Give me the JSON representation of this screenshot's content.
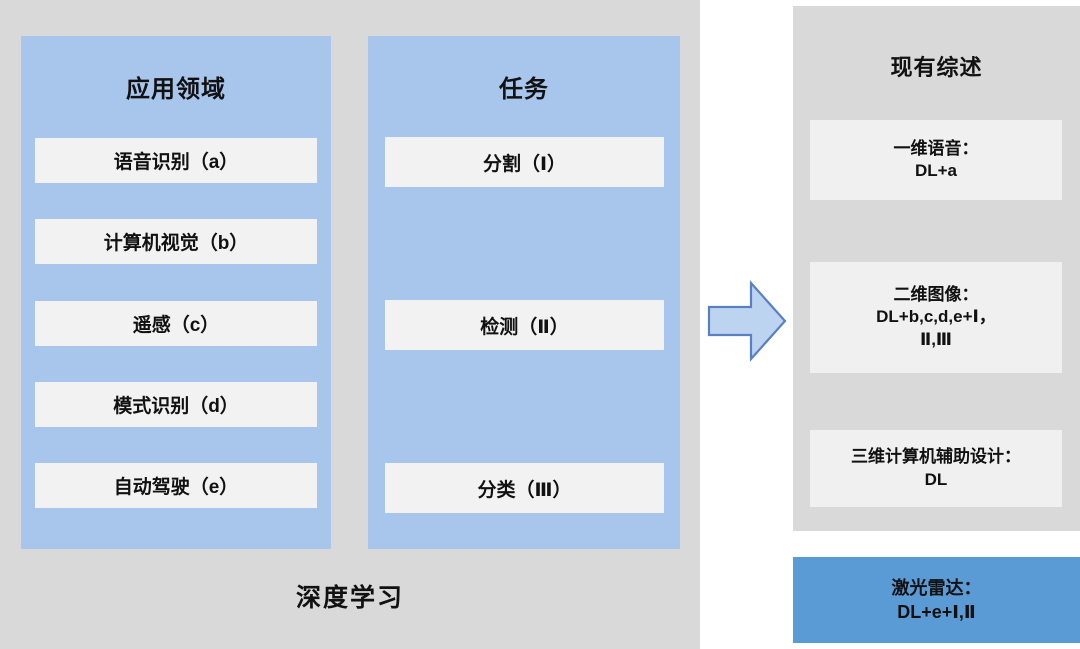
{
  "diagram": {
    "left_panel": {
      "caption": "深度学习",
      "columns": [
        {
          "title": "应用领域",
          "items": [
            "语音识别（a）",
            "计算机视觉（b）",
            "遥感（c）",
            "模式识别（d）",
            "自动驾驶（e）"
          ]
        },
        {
          "title": "任务",
          "items": [
            "分割（Ⅰ）",
            "检测（Ⅱ）",
            "分类（Ⅲ）"
          ]
        }
      ]
    },
    "arrow": {
      "icon": "right-arrow-icon",
      "fill": "#bdd4f0",
      "stroke": "#5b7fc4"
    },
    "right_panel": {
      "title": "现有综述",
      "cards": [
        {
          "line1": "一维语音：",
          "line2": "DL+a",
          "line3": ""
        },
        {
          "line1": "二维图像：",
          "line2": "DL+b,c,d,e+Ⅰ，",
          "line3": "Ⅱ,Ⅲ"
        },
        {
          "line1": "三维计算机辅助设计：",
          "line2": "DL",
          "line3": ""
        }
      ]
    },
    "lidar_card": {
      "line1": "激光雷达：",
      "line2": "DL+e+Ⅰ,Ⅱ"
    },
    "colors": {
      "panel_gray": "#d9d9d9",
      "column_blue": "#a8c6ec",
      "chip_white": "#f2f2f2",
      "card_gray": "#f0f0f0",
      "lidar_blue": "#5b9bd5",
      "text": "#111111"
    }
  }
}
